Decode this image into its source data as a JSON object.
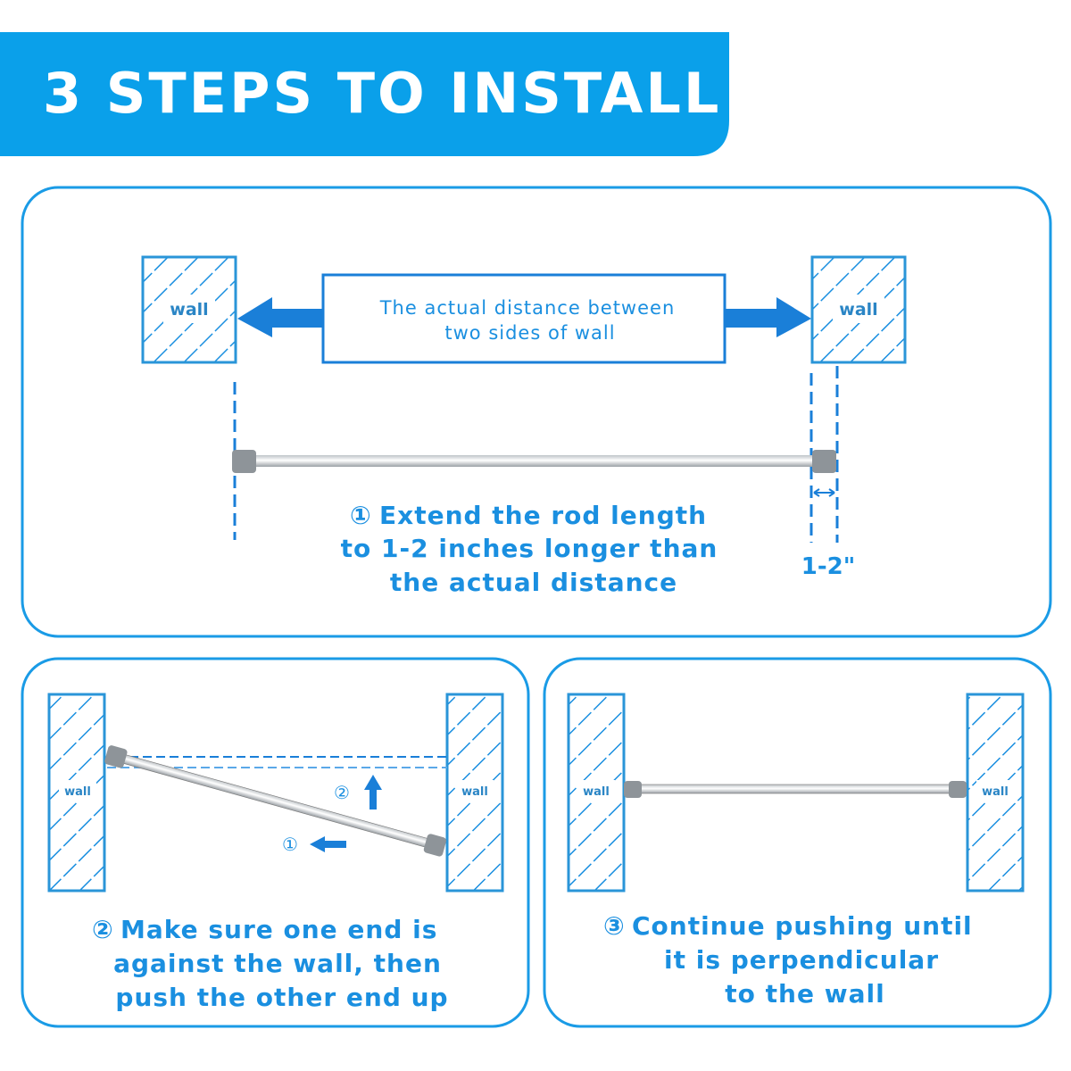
{
  "banner": {
    "title": "3 STEPS TO INSTALL"
  },
  "colors": {
    "banner": "#0aa0ea",
    "accent": "#1a8fe0",
    "panel_border": "#1a9be6",
    "rod_cap": "#8e9499"
  },
  "step1": {
    "wall_left": "wall",
    "wall_right": "wall",
    "distance_label_line1": "The actual distance between",
    "distance_label_line2": "two sides of wall",
    "number": "①",
    "lines": [
      "Extend the rod length",
      "to 1-2 inches longer than",
      "the actual distance"
    ],
    "measure": "1-2\""
  },
  "step2": {
    "wall_left": "wall",
    "wall_right": "wall",
    "marker1": "①",
    "marker2": "②",
    "number": "②",
    "lines": [
      "Make sure one end is",
      "against the wall, then",
      "push the other end up"
    ]
  },
  "step3": {
    "wall_left": "wall",
    "wall_right": "wall",
    "number": "③",
    "lines": [
      "Continue pushing until",
      "it is perpendicular",
      "to the wall"
    ]
  }
}
